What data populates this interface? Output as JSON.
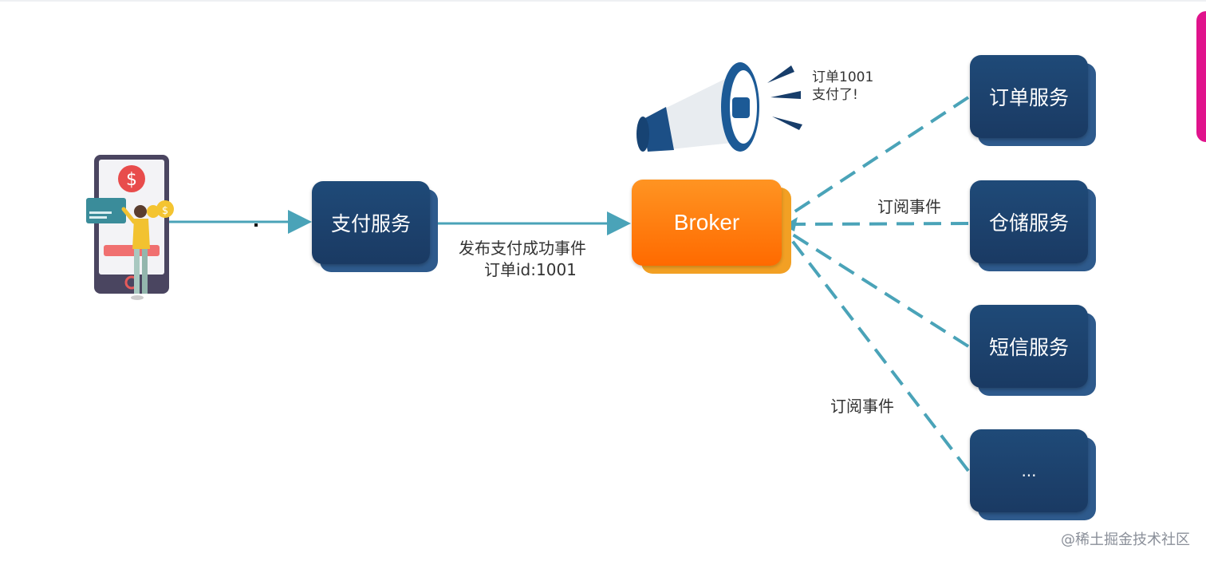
{
  "diagram": {
    "payment_service": "支付服务",
    "broker": "Broker",
    "publish_label_line1": "发布支付成功事件",
    "publish_label_line2": "订单id:1001",
    "announce_line1": "订单1001",
    "announce_line2": "支付了!",
    "subscribe_label_top": "订阅事件",
    "subscribe_label_bottom": "订阅事件",
    "subscribers": [
      "订单服务",
      "仓储服务",
      "短信服务",
      "..."
    ],
    "phone_icon_symbol": "$"
  },
  "watermark": "@稀土掘金技术社区",
  "colors": {
    "service_box": "#1a3a63",
    "broker": "#ff7a10",
    "arrow": "#4aa3b8",
    "accent": "#e0138c"
  }
}
